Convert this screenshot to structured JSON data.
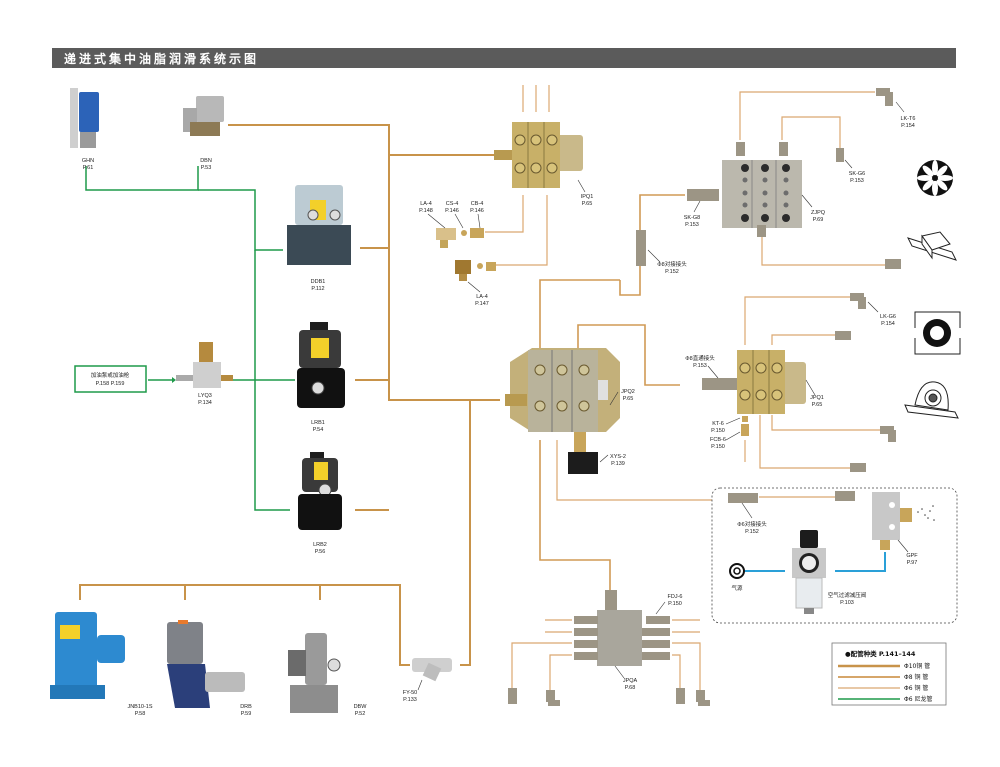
{
  "title": "递进式集中油脂润滑系统示图",
  "pumps": {
    "ghn": {
      "model": "GHN",
      "page": "P.61"
    },
    "dbn": {
      "model": "DBN",
      "page": "P.53"
    },
    "ddb1": {
      "model": "DDB1",
      "page": "P.112"
    },
    "lrb1": {
      "model": "LRB1",
      "page": "P.54"
    },
    "lrb2": {
      "model": "LRB2",
      "page": "P.56"
    },
    "jnb": {
      "model": "JNB10-1S",
      "page": "P.58"
    },
    "drb": {
      "model": "DRB",
      "page": "P.59"
    },
    "dbw": {
      "model": "DBW",
      "page": "P.52"
    }
  },
  "filler": {
    "label": "加油泵或加油枪",
    "pages": "P.158  P.159"
  },
  "lyq3": {
    "model": "LYQ3",
    "page": "P.134"
  },
  "fy50": {
    "model": "FY-50",
    "page": "P.133"
  },
  "ipq1": {
    "model": "IPQ1",
    "page": "P.65"
  },
  "la4a": {
    "model": "LA-4",
    "page": "P.148"
  },
  "cs4": {
    "model": "CS-4",
    "page": "P.146"
  },
  "cb4": {
    "model": "CB-4",
    "page": "P.146"
  },
  "la4b": {
    "model": "LA-4",
    "page": "P.147"
  },
  "zjpq": {
    "model": "ZJPQ",
    "page": "P.69"
  },
  "lkt6": {
    "model": "LK-T6",
    "page": "P.154"
  },
  "skg6a": {
    "model": "SK-G6",
    "page": "P.153"
  },
  "skg8": {
    "model": "SK-G8",
    "page": "P.153"
  },
  "conn8": {
    "model": "Φ8对接接头",
    "page": "P.152"
  },
  "jpq2": {
    "model": "JPQ2",
    "page": "P.65"
  },
  "xys2": {
    "model": "XYS-2",
    "page": "P.139"
  },
  "jpq1": {
    "model": "JPQ1",
    "page": "P.65"
  },
  "straight8": {
    "model": "Φ8直通接头",
    "page": "P.153"
  },
  "kt6": {
    "model": "KT-6",
    "page": "P.150"
  },
  "fcb6": {
    "model": "FCB-6",
    "page": "P.150"
  },
  "lkg6": {
    "model": "LK-G6",
    "page": "P.154"
  },
  "conn6": {
    "model": "Φ6对接接头",
    "page": "P.152"
  },
  "gpf": {
    "model": "GPF",
    "page": "P.97"
  },
  "airsrc": {
    "label": "气源"
  },
  "regulator": {
    "model": "空气过滤减压阀",
    "page": "P.103"
  },
  "fdj6": {
    "model": "FDJ-6",
    "page": "P.150"
  },
  "jpqa": {
    "model": "JPQA",
    "page": "P.68"
  },
  "legend": {
    "title": "●配管种类 P.141–144",
    "items": [
      {
        "label": "Φ10铜  管",
        "color": "#c8934a"
      },
      {
        "label": "Φ8 铜  管",
        "color": "#d09a55"
      },
      {
        "label": "Φ6 铜  管",
        "color": "#dba870"
      },
      {
        "label": "Φ6 尼龙管",
        "color": "#1f9a4a"
      }
    ]
  },
  "colors": {
    "copper": "#c8934a",
    "nylon": "#1f9a4a",
    "air": "#2aa0d8",
    "titlebar": "#5b5b5b"
  }
}
